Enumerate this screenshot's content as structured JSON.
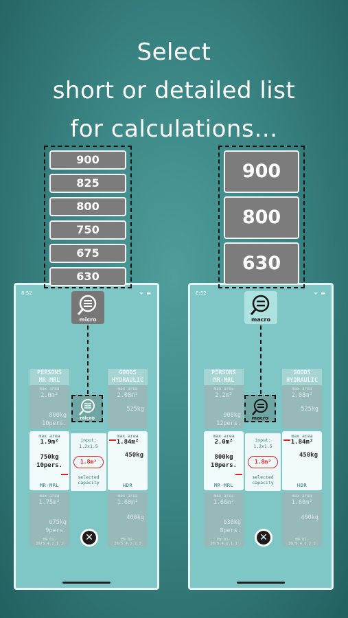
{
  "headline": [
    "Select",
    "short or detailed list",
    "for calculations…"
  ],
  "micro_list": {
    "options": [
      "900",
      "825",
      "800",
      "750",
      "675",
      "630"
    ],
    "icon_label": "micro"
  },
  "macro_list": {
    "options": [
      "900",
      "800",
      "630"
    ],
    "icon_label": "macro"
  },
  "phones": [
    {
      "status_time": "8:52",
      "status_icons": "ᯤ ▬",
      "persons_header": [
        "PERSONS",
        "MR-MRL"
      ],
      "goods_header": [
        "GOODS",
        "HYDRAULIC"
      ],
      "max_area_label": "max area",
      "persons_top": {
        "area": "2.0m²",
        "kg": "800kg",
        "pers": "10pers."
      },
      "persons_sel": {
        "area": "1.9m²",
        "kg": "750kg",
        "pers": "10pers.",
        "foot": "MR-MRL"
      },
      "persons_bottom": {
        "area": "1.75m²",
        "kg": "675kg",
        "pers": "9pers.",
        "foot": "EN 81-20/5.4.2.1.1"
      },
      "goods_top": {
        "area": "2.08m²",
        "kg": "525kg"
      },
      "goods_sel": {
        "area": "1.84m²",
        "kg": "450kg",
        "foot": "HDR"
      },
      "goods_bottom": {
        "area": "1.60m²",
        "kg": "400kg",
        "foot": "EN 81-20/5.4.2.2.2"
      },
      "center": {
        "input_label": "input:",
        "input_value": "1.2x1.5",
        "capacity": "1.8m²",
        "selected": [
          "selected",
          "capacity"
        ]
      },
      "mini_icon_label": "micro",
      "close_glyph": "✕"
    },
    {
      "status_time": "8:52",
      "status_icons": "ᯤ ▬",
      "persons_header": [
        "PERSONS",
        "MR-MRL"
      ],
      "goods_header": [
        "GOODS",
        "HYDRAULIC"
      ],
      "max_area_label": "max area",
      "persons_top": {
        "area": "2.2m²",
        "kg": "900kg",
        "pers": "12pers."
      },
      "persons_sel": {
        "area": "2.0m²",
        "kg": "800kg",
        "pers": "10pers.",
        "foot": "MR-MRL"
      },
      "persons_bottom": {
        "area": "1.66m²",
        "kg": "630kg",
        "pers": "8pers.",
        "foot": "EN 81-20/5.4.2.1.1"
      },
      "goods_top": {
        "area": "2.08m²",
        "kg": "525kg"
      },
      "goods_sel": {
        "area": "1.84m²",
        "kg": "450kg",
        "foot": "HDR"
      },
      "goods_bottom": {
        "area": "1.60m²",
        "kg": "400kg",
        "foot": "EN 81-20/5.4.2.2.2"
      },
      "center": {
        "input_label": "input:",
        "input_value": "1.2x1.5",
        "capacity": "1.8m²",
        "selected": [
          "selected",
          "capacity"
        ]
      },
      "mini_icon_label": "macro",
      "close_glyph": "✕"
    }
  ],
  "colors": {
    "accent_red": "#d22222",
    "teal_bg": "#3a8584",
    "option_gray": "#7c7c7c",
    "macro_icon": "#aee2e1"
  },
  "icons": {
    "list_search": "magnifier-with-list-icon",
    "close": "close-icon"
  }
}
